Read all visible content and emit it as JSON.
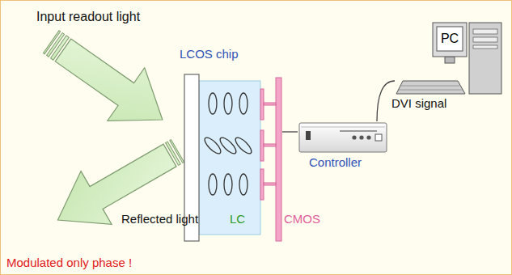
{
  "diagram": {
    "nodes": [
      {
        "text": [
          "LCOS chip"
        ]
      },
      {
        "text": [
          "Controller"
        ]
      },
      {
        "text": [
          "PC"
        ]
      }
    ],
    "edges": [
      {
        "from": 0,
        "to": 1,
        "arrow": "none"
      },
      {
        "from": 1,
        "to": 2,
        "label": "DVI signal",
        "arrow": "none"
      }
    ],
    "labels": [
      "Input readout light",
      "Reflected light",
      "LC",
      "CMOS",
      "Modulated only phase !"
    ]
  }
}
